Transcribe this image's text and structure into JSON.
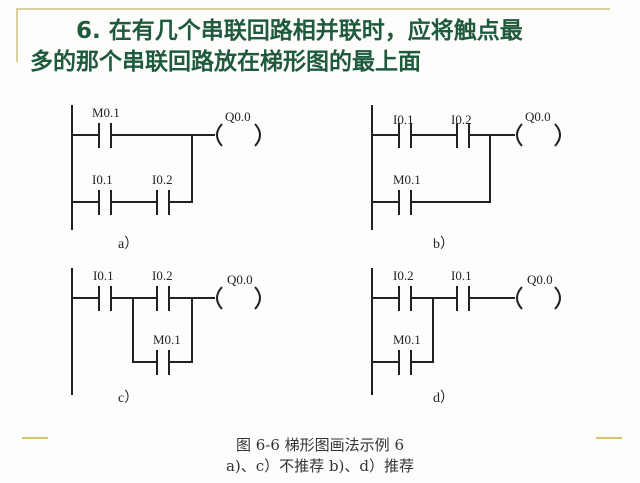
{
  "title": {
    "line1": "6. 在有几个串联回路相并联时，应将触点最",
    "line2": "多的那个串联回路放在梯形图的最上面"
  },
  "diagrams": {
    "a": {
      "label": "a）",
      "top_contact": "M0.1",
      "bottom_contact_1": "I0.1",
      "bottom_contact_2": "I0.2",
      "coil": "Q0.0"
    },
    "b": {
      "label": "b）",
      "top_contact_1": "I0.1",
      "top_contact_2": "I0.2",
      "bottom_contact": "M0.1",
      "coil": "Q0.0"
    },
    "c": {
      "label": "c）",
      "top_contact_1": "I0.1",
      "top_contact_2": "I0.2",
      "parallel_contact": "M0.1",
      "coil": "Q0.0"
    },
    "d": {
      "label": "d）",
      "top_contact_1": "I0.2",
      "top_contact_2": "I0.1",
      "parallel_contact": "M0.1",
      "coil": "Q0.0"
    }
  },
  "caption": {
    "line1": "图 6-6   梯形图画法示例 6",
    "line2": "a)、c）不推荐   b)、d）推荐"
  },
  "colors": {
    "title": "#1f5a3c",
    "accent": "#d8c46a"
  }
}
